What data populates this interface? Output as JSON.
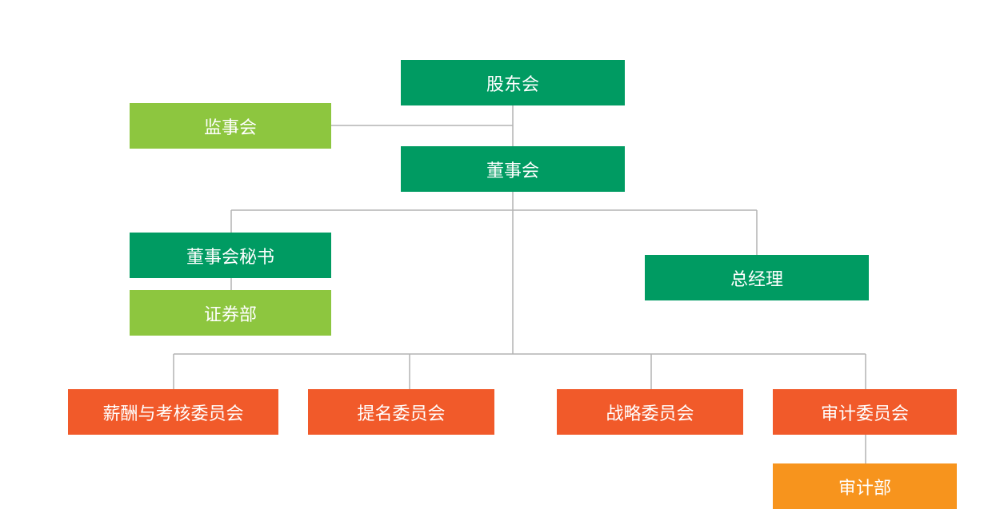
{
  "org": {
    "shareholders": "股东会",
    "supervisors": "监事会",
    "board": "董事会",
    "board_secretary": "董事会秘书",
    "securities_dept": "证券部",
    "general_manager": "总经理",
    "compensation_committee": "薪酬与考核委员会",
    "nomination_committee": "提名委员会",
    "strategy_committee": "战略委员会",
    "audit_committee": "审计委员会",
    "audit_dept": "审计部"
  },
  "colors": {
    "dark_green": "#009b62",
    "light_green": "#8dc63f",
    "red_orange": "#f15a2a",
    "orange": "#f7941d",
    "connector": "#b3b3b3"
  }
}
